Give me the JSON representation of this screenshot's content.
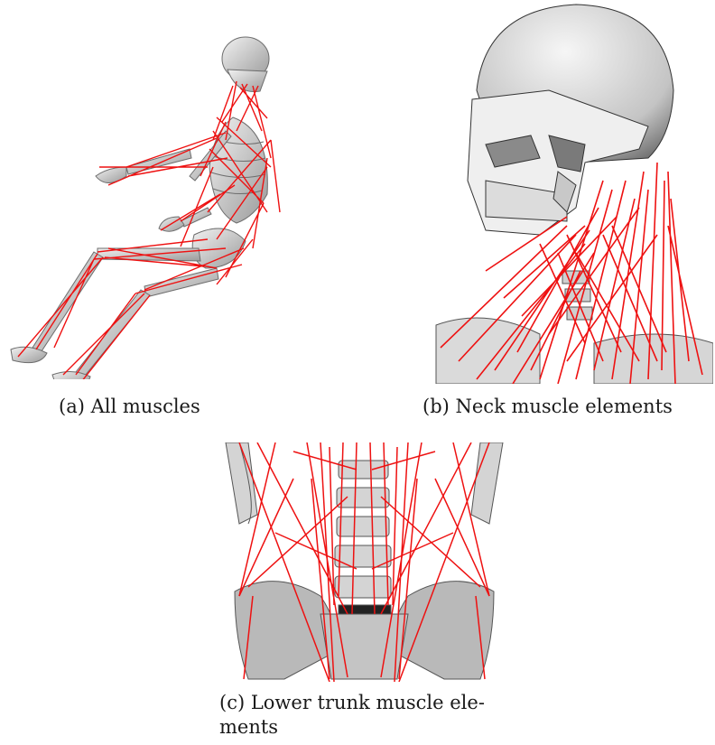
{
  "figures": [
    {
      "caption": "(a) All muscles"
    },
    {
      "caption": "(b) Neck muscle elements"
    },
    {
      "caption_line1": "(c) Lower trunk muscle ele-",
      "caption_line2": "ments"
    }
  ],
  "colors": {
    "muscle": "#ee1111",
    "bone": "#d8d8d8",
    "bone_shadow": "#8a8a8a",
    "background": "#ffffff"
  }
}
